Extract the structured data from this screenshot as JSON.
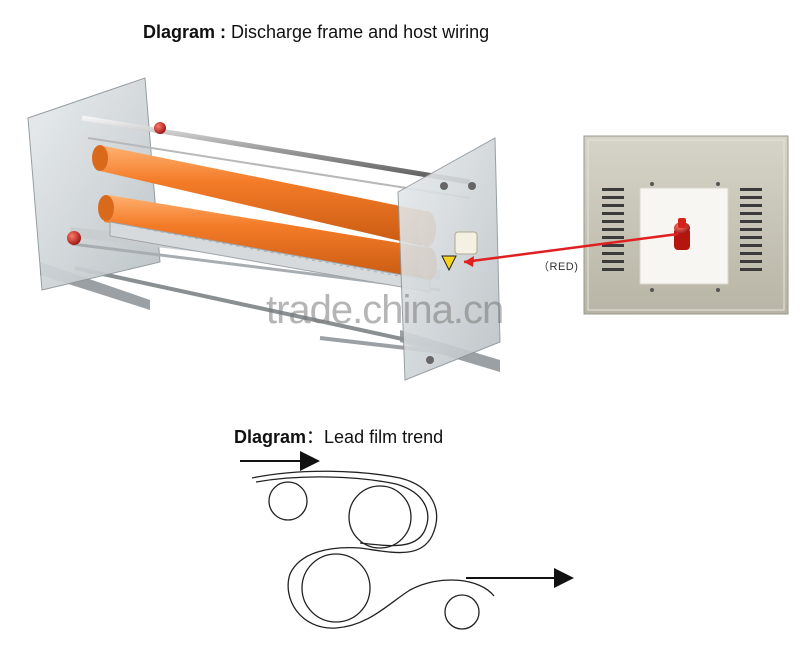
{
  "captions": {
    "top": {
      "label": "Dlagram",
      "separator": " : ",
      "text": "Discharge frame and host wiring"
    },
    "bottom": {
      "label": "Dlagram",
      "separator": "：",
      "text": "Lead film trend"
    }
  },
  "wire_label": "（RED)",
  "watermark": "trade.china.cn",
  "colors": {
    "roller": "#f07a2a",
    "wire": "#e02020",
    "host_body": "#c9c6b9",
    "knob": "#c8201a"
  }
}
